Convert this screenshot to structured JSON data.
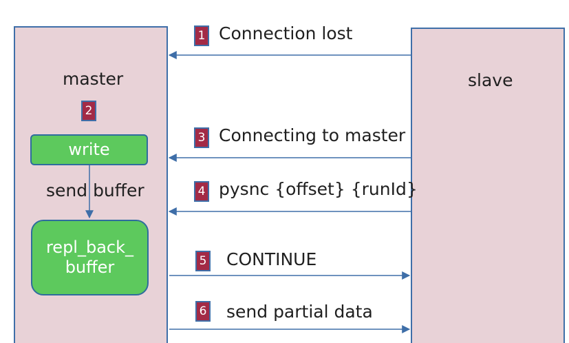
{
  "master": {
    "title": "master",
    "step": "2"
  },
  "slave": {
    "title": "slave"
  },
  "write_box": {
    "label": "write"
  },
  "send_buffer": {
    "label": "send buffer"
  },
  "repl_buffer": {
    "line1": "repl_back_",
    "line2": "buffer"
  },
  "messages": [
    {
      "step": "1",
      "text": "Connection lost",
      "direction": "to-master"
    },
    {
      "step": "3",
      "text": "Connecting to master",
      "direction": "to-master"
    },
    {
      "step": "4",
      "text": "pysnc {offset} {runId}",
      "direction": "to-master"
    },
    {
      "step": "5",
      "text": "CONTINUE",
      "direction": "to-slave"
    },
    {
      "step": "6",
      "text": "send partial data",
      "direction": "to-slave"
    }
  ],
  "colors": {
    "panel": "#e8d2d7",
    "border": "#3e6ea8",
    "badge": "#a32a46",
    "green": "#5dc95d"
  }
}
